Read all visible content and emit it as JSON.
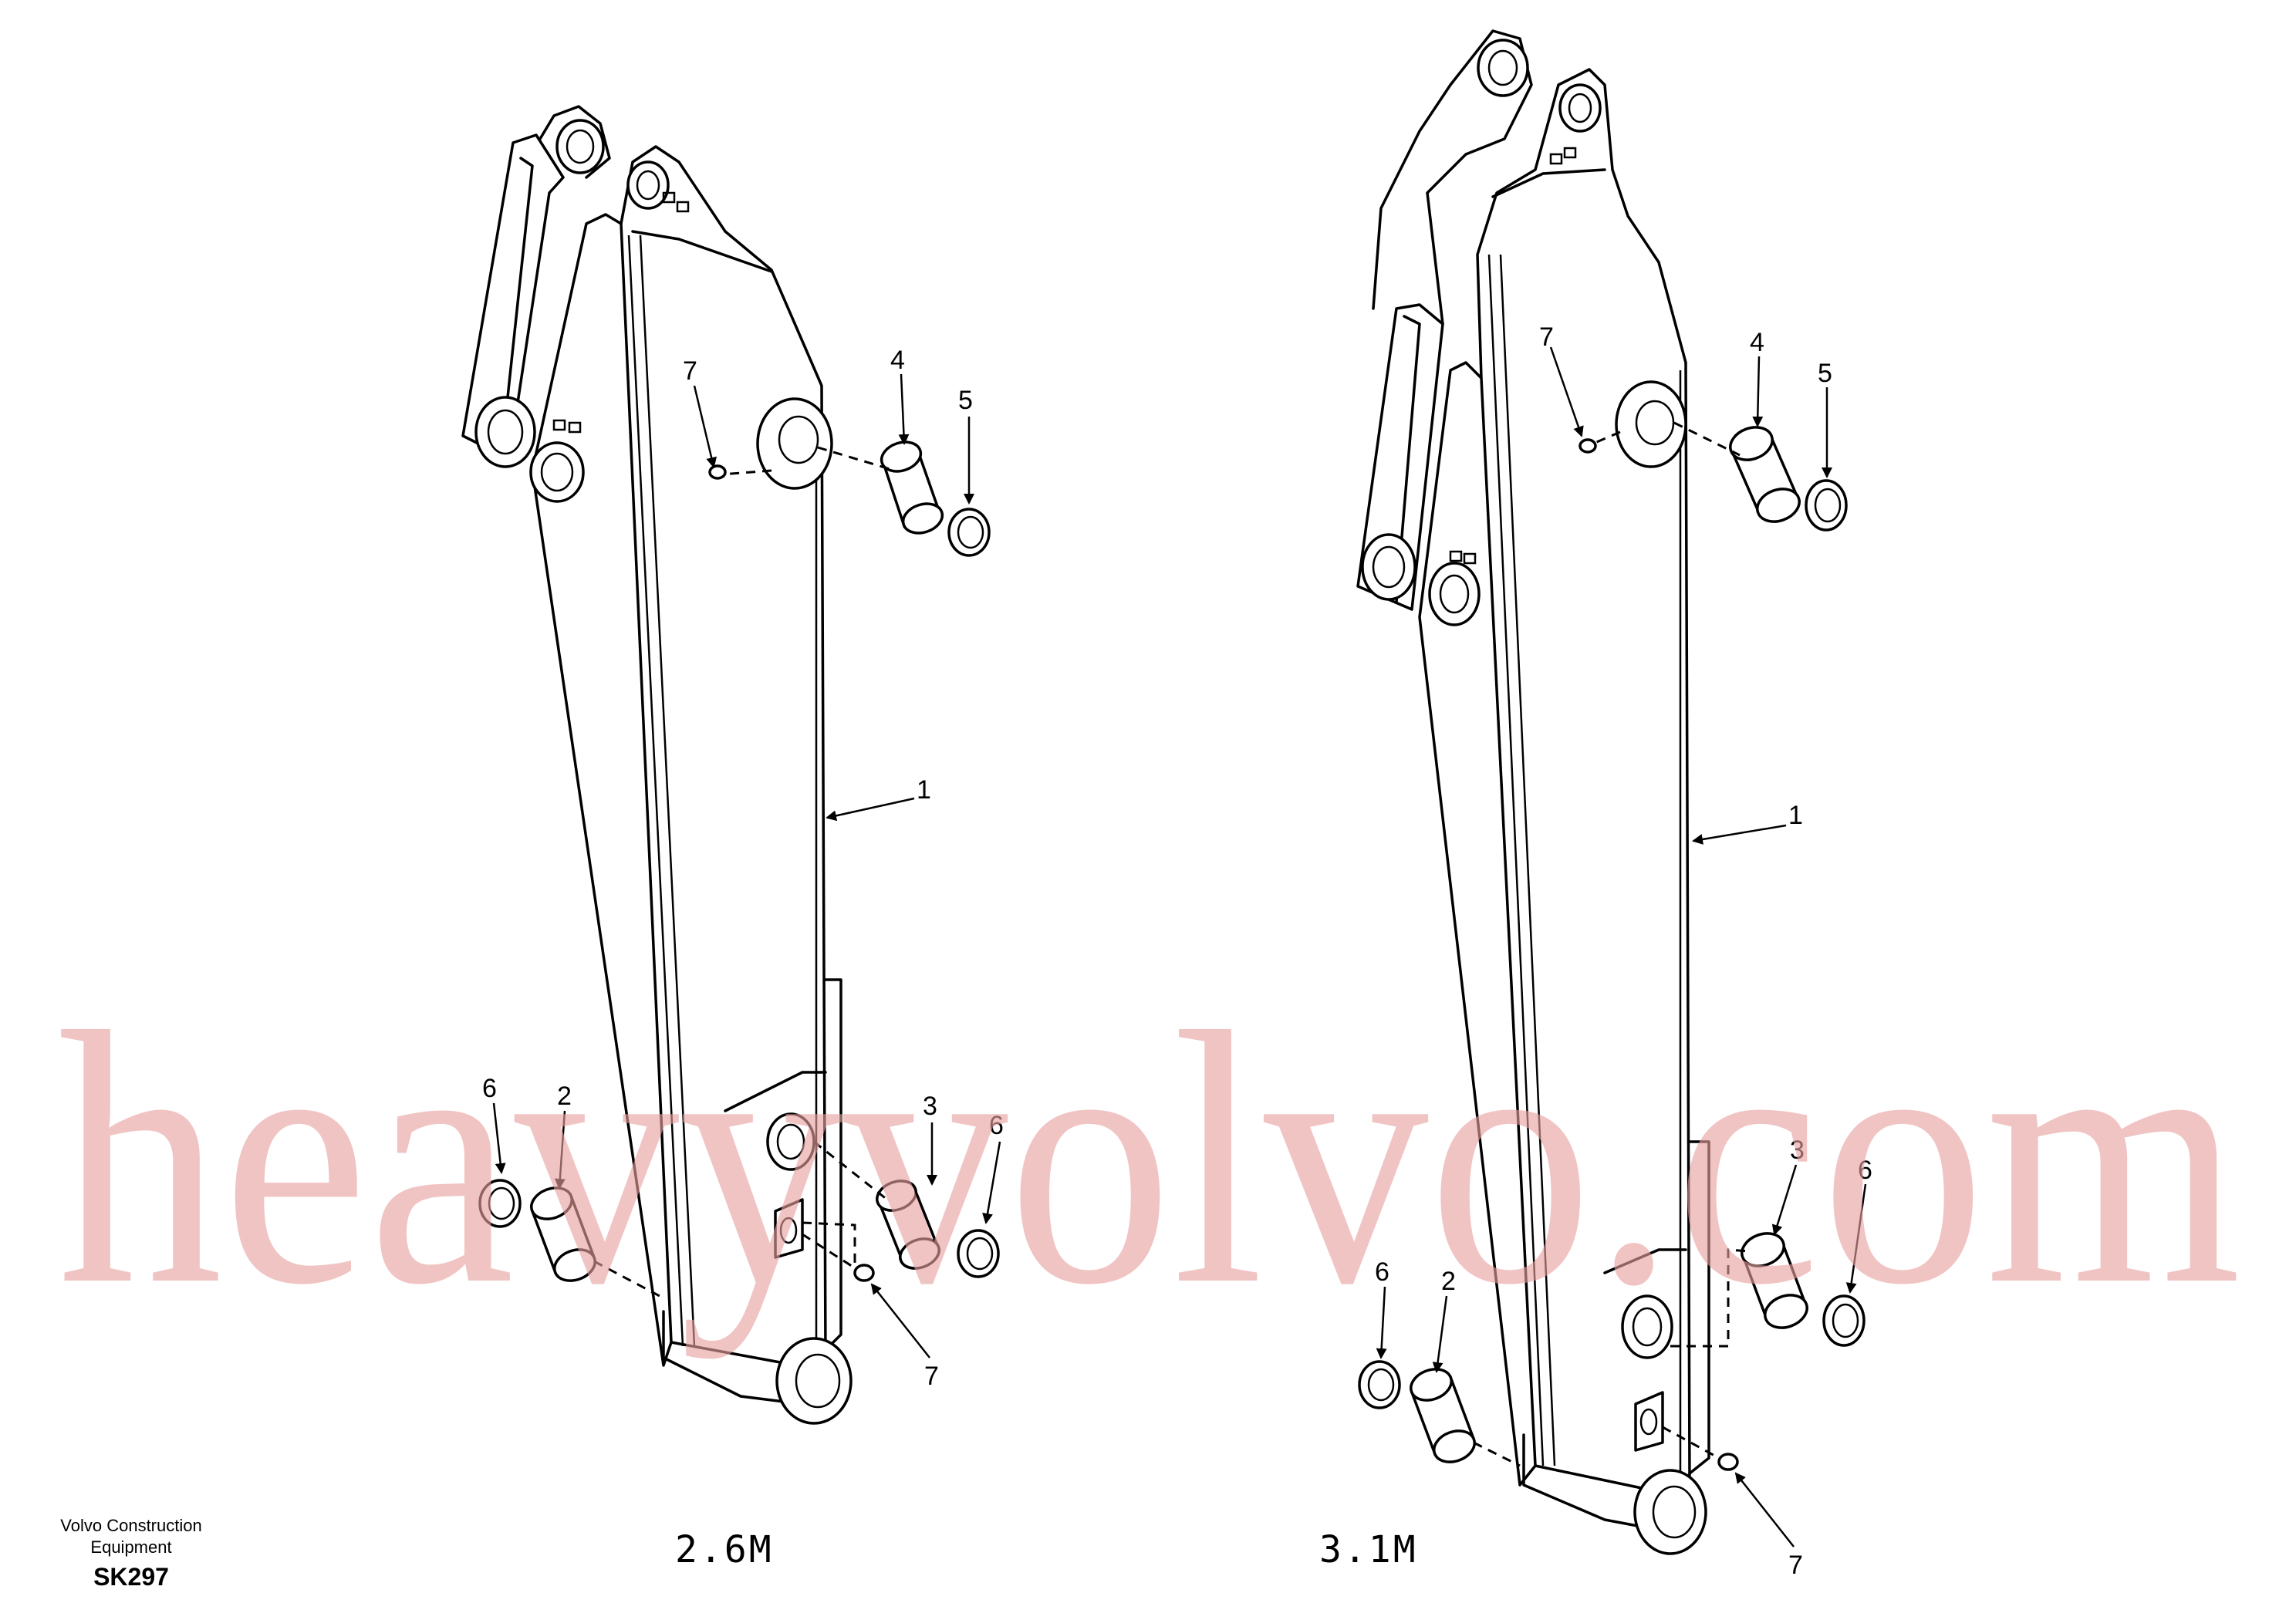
{
  "watermark": "heavyvolvo.com",
  "footer": {
    "company_line1": "Volvo Construction",
    "company_line2": "Equipment",
    "code": "SK297"
  },
  "views": [
    {
      "caption": "2.6M",
      "callouts": [
        "7",
        "4",
        "5",
        "1",
        "6",
        "2",
        "3",
        "6",
        "7"
      ]
    },
    {
      "caption": "3.1M",
      "callouts": [
        "7",
        "4",
        "5",
        "1",
        "6",
        "2",
        "3",
        "6",
        "7"
      ]
    }
  ],
  "colors": {
    "watermark": "#e8a0a0",
    "line": "#000000",
    "background": "#ffffff"
  }
}
